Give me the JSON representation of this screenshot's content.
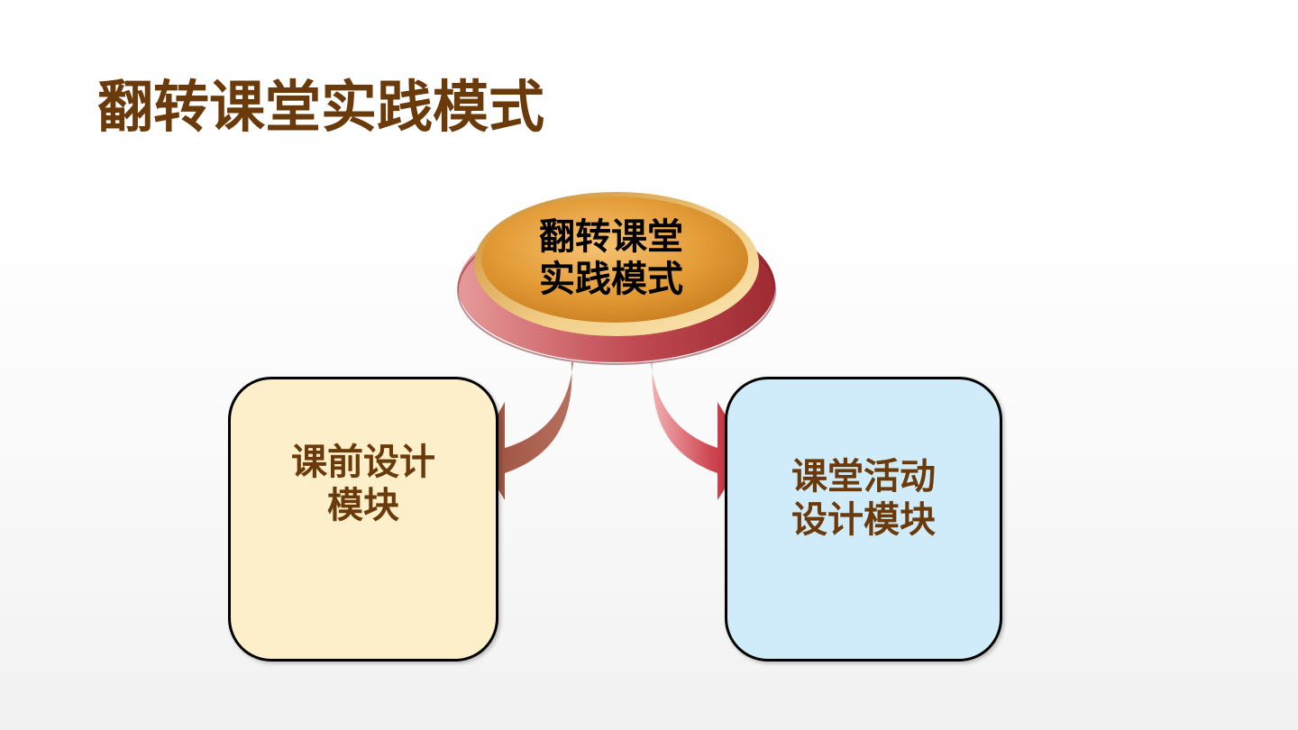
{
  "title": "翻转课堂实践模式",
  "diagram": {
    "hub": {
      "lines": [
        "翻转课堂",
        "实践模式"
      ]
    },
    "left_box": {
      "lines": [
        "课前设计",
        "模块"
      ]
    },
    "right_box": {
      "lines": [
        "课堂活动",
        "设计模块"
      ]
    }
  },
  "colors": {
    "title": "#6b3a0b",
    "box_text": "#6b3a0b",
    "left_box_fill": "#fcefca",
    "right_box_fill": "#d0ecfb",
    "hub_top": "#e8a33d",
    "hub_base": "#b8333c",
    "left_arrow": "#a05a48",
    "right_arrow": "#c03040"
  }
}
